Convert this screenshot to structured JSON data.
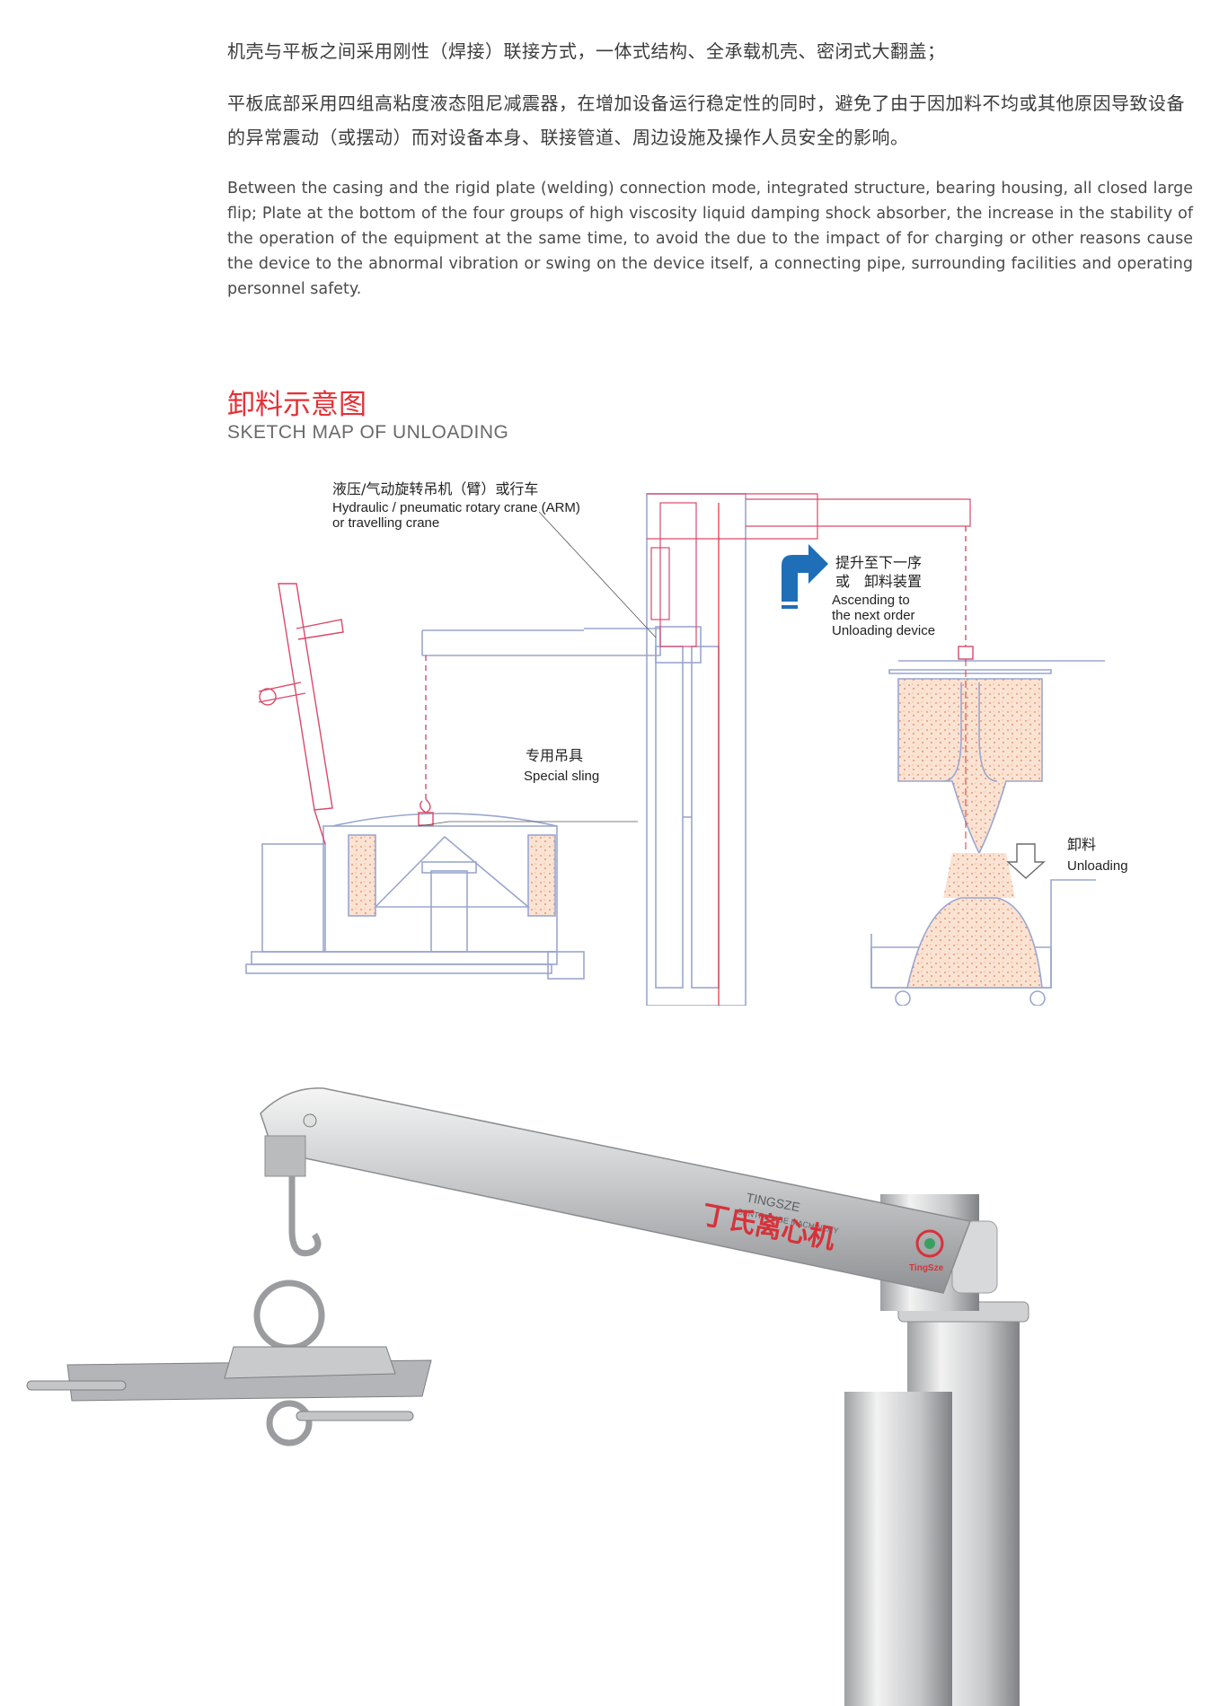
{
  "intro": {
    "zh_line1": "机壳与平板之间采用刚性（焊接）联接方式，一体式结构、全承载机壳、密闭式大翻盖；",
    "zh_line2": "平板底部采用四组高粘度液态阻尼减震器，在增加设备运行稳定性的同时，避免了由于因加料不均或其他原因导致设备的异常震动（或摆动）而对设备本身、联接管道、周边设施及操作人员安全的影响。",
    "en_text": "Between the casing and the rigid plate (welding) connection mode, integrated structure, bearing housing, all closed large flip; Plate at the bottom of the four groups of high viscosity liquid damping shock absorber, the increase in the stability of the operation of the equipment at the same time, to avoid the due to the impact of for charging or other reasons cause the device to the abnormal vibration or swing on the device itself, a connecting pipe, surrounding facilities and operating personnel safety."
  },
  "section": {
    "title": "卸料示意图",
    "subtitle": "SKETCH MAP OF UNLOADING"
  },
  "diagram": {
    "crane_zh": "液压/气动旋转吊机（臂）或行车",
    "crane_en1": "Hydraulic / pneumatic rotary crane (ARM)",
    "crane_en2": "or travelling crane",
    "ascend_zh1": "提升至下一序",
    "ascend_zh2": "或　卸料装置",
    "ascend_en1": "Ascending to",
    "ascend_en2": "the next order",
    "ascend_en3": "Unloading device",
    "sling_zh": "专用吊具",
    "sling_en": "Special sling",
    "unload_zh": "卸料",
    "unload_en": "Unloading",
    "colors": {
      "line": "#9aa6cf",
      "accent": "#d94a6a",
      "fill": "#f2b999",
      "arrow": "#1e6fb8"
    }
  },
  "photo": {
    "brand_en": "TINGSZE",
    "brand_en_sub": "CENTRIFUGE MACHINERY",
    "brand_zh": "丁氏离心机",
    "logo_text": "TingSze"
  }
}
